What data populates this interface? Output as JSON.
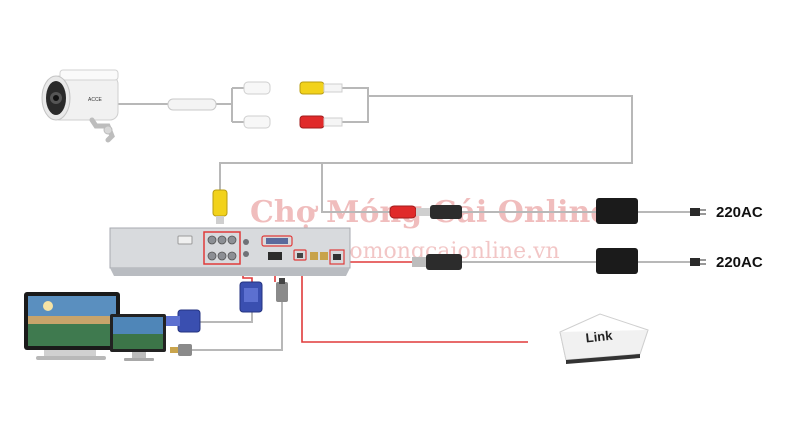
{
  "labels": {
    "power_1": "220AC",
    "power_2": "220AC",
    "router": "Link"
  },
  "watermark": {
    "line1": "Chợ Móng Cái Online",
    "line2": "www.chomongcaionline.vn"
  },
  "colors": {
    "wire_gray": "#b5b5b5",
    "wire_red": "#e03a3a",
    "rca_yellow": "#f2d21b",
    "rca_red": "#e02a2a",
    "vga_blue": "#3a4fb0",
    "dvr_body": "#d8dadd",
    "adapter_black": "#1b1b1b"
  },
  "icons": {
    "camera": "cctv-bullet-camera-icon",
    "dvr": "dvr-recorder-icon",
    "router": "wifi-router-icon",
    "monitor": "monitor-icon",
    "adapter": "power-adapter-icon"
  }
}
